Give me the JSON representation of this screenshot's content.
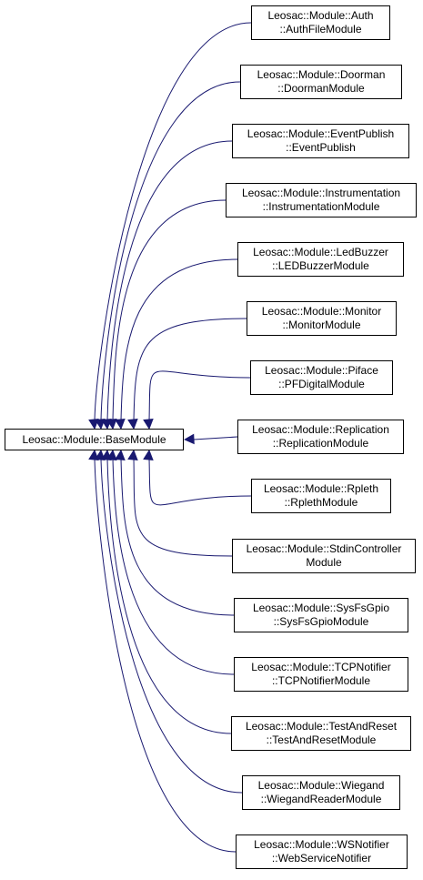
{
  "base": {
    "label": "Leosac::Module::BaseModule"
  },
  "edge_color": "#191970",
  "children": [
    {
      "line1": "Leosac::Module::Auth",
      "line2": "::AuthFileModule"
    },
    {
      "line1": "Leosac::Module::Doorman",
      "line2": "::DoormanModule"
    },
    {
      "line1": "Leosac::Module::EventPublish",
      "line2": "::EventPublish"
    },
    {
      "line1": "Leosac::Module::Instrumentation",
      "line2": "::InstrumentationModule"
    },
    {
      "line1": "Leosac::Module::LedBuzzer",
      "line2": "::LEDBuzzerModule"
    },
    {
      "line1": "Leosac::Module::Monitor",
      "line2": "::MonitorModule"
    },
    {
      "line1": "Leosac::Module::Piface",
      "line2": "::PFDigitalModule"
    },
    {
      "line1": "Leosac::Module::Replication",
      "line2": "::ReplicationModule"
    },
    {
      "line1": "Leosac::Module::Rpleth",
      "line2": "::RplethModule"
    },
    {
      "line1": "Leosac::Module::StdinController",
      "line2": "Module"
    },
    {
      "line1": "Leosac::Module::SysFsGpio",
      "line2": "::SysFsGpioModule"
    },
    {
      "line1": "Leosac::Module::TCPNotifier",
      "line2": "::TCPNotifierModule"
    },
    {
      "line1": "Leosac::Module::TestAndReset",
      "line2": "::TestAndResetModule"
    },
    {
      "line1": "Leosac::Module::Wiegand",
      "line2": "::WiegandReaderModule"
    },
    {
      "line1": "Leosac::Module::WSNotifier",
      "line2": "::WebServiceNotifier"
    }
  ]
}
